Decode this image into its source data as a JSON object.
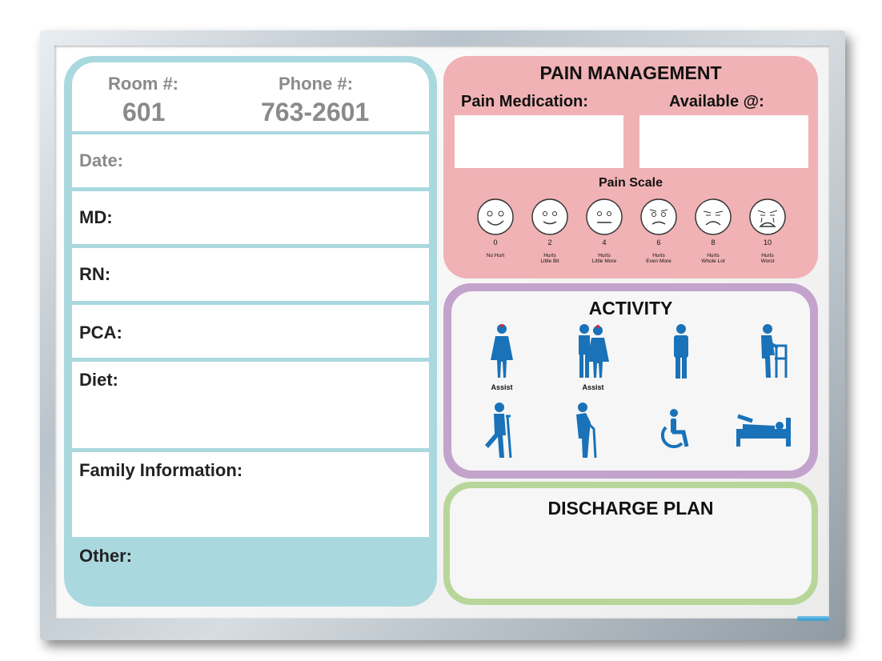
{
  "header": {
    "room_label": "Room #:",
    "room_value": "601",
    "phone_label": "Phone #:",
    "phone_value": "763-2601"
  },
  "left_fields": {
    "date": "Date:",
    "md": "MD:",
    "rn": "RN:",
    "pca": "PCA:",
    "diet": "Diet:",
    "family": "Family Information:",
    "other": "Other:"
  },
  "pain": {
    "title": "PAIN MANAGEMENT",
    "medication_label": "Pain Medication:",
    "available_label": "Available @:",
    "scale_title": "Pain Scale",
    "faces": [
      {
        "num": "0",
        "desc1": "No Hurt",
        "desc2": ""
      },
      {
        "num": "2",
        "desc1": "Hurts",
        "desc2": "Little Bit"
      },
      {
        "num": "4",
        "desc1": "Hurts",
        "desc2": "Little More"
      },
      {
        "num": "6",
        "desc1": "Hurts",
        "desc2": "Even More"
      },
      {
        "num": "8",
        "desc1": "Hurts",
        "desc2": "Whole Lot"
      },
      {
        "num": "10",
        "desc1": "Hurts",
        "desc2": "Worst"
      }
    ]
  },
  "activity": {
    "title": "ACTIVITY",
    "assist_label_1": "Assist",
    "assist_label_2": "Assist",
    "icons": [
      "nurse-assist-icon",
      "two-nurses-assist-icon",
      "standing-person-icon",
      "walker-icon",
      "crutches-icon",
      "cane-icon",
      "wheelchair-icon",
      "bed-rest-icon"
    ],
    "icon_color": "#1a72b8"
  },
  "discharge": {
    "title": "DISCHARGE PLAN"
  },
  "colors": {
    "left_panel": "#a9d9df",
    "pain_panel": "#f0b2b5",
    "activity_border": "#c3a3cc",
    "discharge_border": "#b8d699"
  }
}
